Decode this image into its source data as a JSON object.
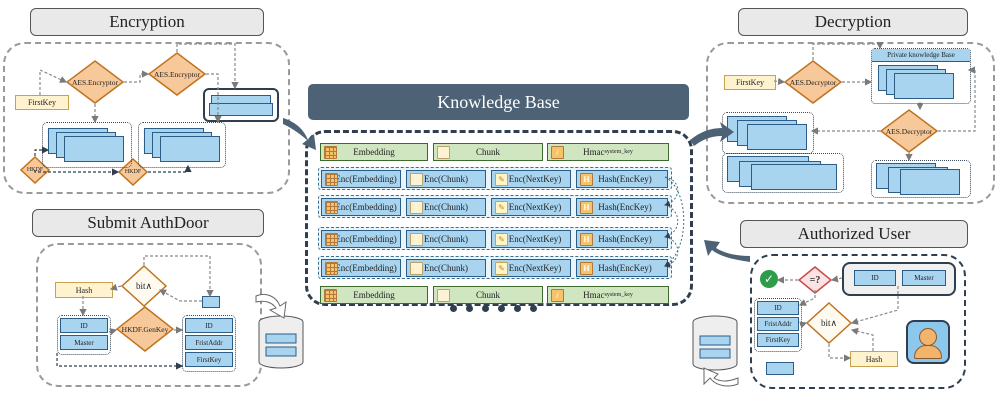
{
  "sections": {
    "encryption": "Encryption",
    "decryption": "Decryption",
    "submit_authdoor": "Submit AuthDoor",
    "authorized_user": "Authorized User",
    "knowledge_base": "Knowledge Base"
  },
  "encryption": {
    "firstkey": "FirstKey",
    "aes1": "AES.Encryptor",
    "aes2": "AES.Encryptor",
    "hkdf1": "HKDF",
    "hkdf2": "HKDF"
  },
  "decryption": {
    "firstkey": "FirstKey",
    "aes1": "AES.Decryptor",
    "aes2": "AES.Decryptor",
    "private_kb": "Private knowledge Base"
  },
  "authdoor": {
    "hash": "Hash",
    "bit": "bit∧",
    "id": "ID",
    "master": "Master",
    "genkey": "HKDF.GenKey",
    "id2": "ID",
    "fristaddr": "FristAddr",
    "firstkey": "FirstKey"
  },
  "authuser": {
    "check": "=?",
    "id": "ID",
    "master": "Master",
    "id2": "ID",
    "fristaddr": "FristAddr",
    "firstkey": "FirstKey",
    "bit": "bit∧",
    "hash": "Hash"
  },
  "kb": {
    "header_row": {
      "embedding": "Embedding",
      "chunk": "Chunk",
      "hmac": "Hmac",
      "hmac_sub": "system_key"
    },
    "enc_rows": [
      {
        "emb": "Enc(Embedding)",
        "chunk": "Enc(Chunk)",
        "next": "Enc(NextKey)",
        "hash": "Hash(EncKey)"
      },
      {
        "emb": "Enc(Embedding)",
        "chunk": "Enc(Chunk)",
        "next": "Enc(NextKey)",
        "hash": "Hash(EncKey)"
      },
      {
        "emb": "Enc(Embedding)",
        "chunk": "Enc(Chunk)",
        "next": "Enc(NextKey)",
        "hash": "Hash(EncKey)"
      },
      {
        "emb": "Enc(Embedding)",
        "chunk": "Enc(Chunk)",
        "next": "Enc(NextKey)",
        "hash": "Hash(EncKey)"
      }
    ],
    "footer_row": {
      "embedding": "Embedding",
      "chunk": "Chunk",
      "hmac": "Hmac",
      "hmac_sub": "system_key"
    }
  },
  "icons": {
    "h": "H"
  },
  "colors": {
    "kb_title_bg": "#4e6275",
    "diamond_fill": "#f7c99a",
    "diamond_stroke": "#c0731f",
    "blue_box": "#a8d4ef",
    "green_cell": "#cfe6c0"
  }
}
